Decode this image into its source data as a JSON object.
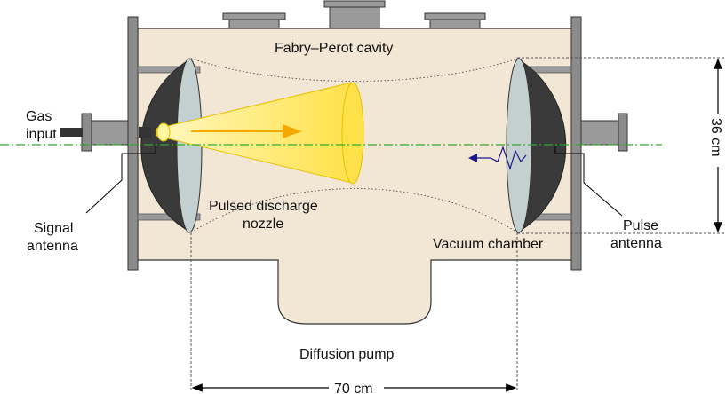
{
  "labels": {
    "fabry_perot": "Fabry–Perot cavity",
    "gas_input_1": "Gas",
    "gas_input_2": "input",
    "signal_antenna_1": "Signal",
    "signal_antenna_2": "antenna",
    "pulsed_nozzle_1": "Pulsed discharge",
    "pulsed_nozzle_2": "nozzle",
    "vacuum_chamber": "Vacuum chamber",
    "pulse_antenna_1": "Pulse",
    "pulse_antenna_2": "antenna",
    "diffusion_pump": "Diffusion pump",
    "dim_70": "70 cm",
    "dim_36": "36 cm"
  },
  "colors": {
    "chamber_fill": "#f2e6d5",
    "flange_gray": "#8c8c8c",
    "mirror_dark": "#3a3a3a",
    "mirror_light": "#c4cfcf",
    "beam_yellow": "#ffe14a",
    "beam_edge": "#e8c000",
    "arrow_orange": "#f5a800",
    "axis_green": "#2eaa2e",
    "pulse_blue": "#1a1a8c"
  }
}
